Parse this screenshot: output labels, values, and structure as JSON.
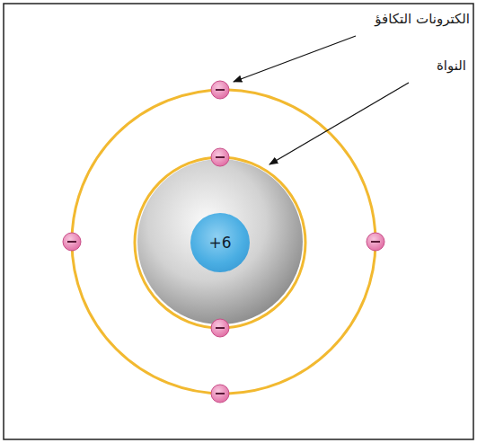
{
  "diagram": {
    "nodes": [
      {
        "text": [
          "+6"
        ]
      }
    ],
    "labels": [
      "الكترونات التكافؤ",
      "النواة"
    ]
  }
}
